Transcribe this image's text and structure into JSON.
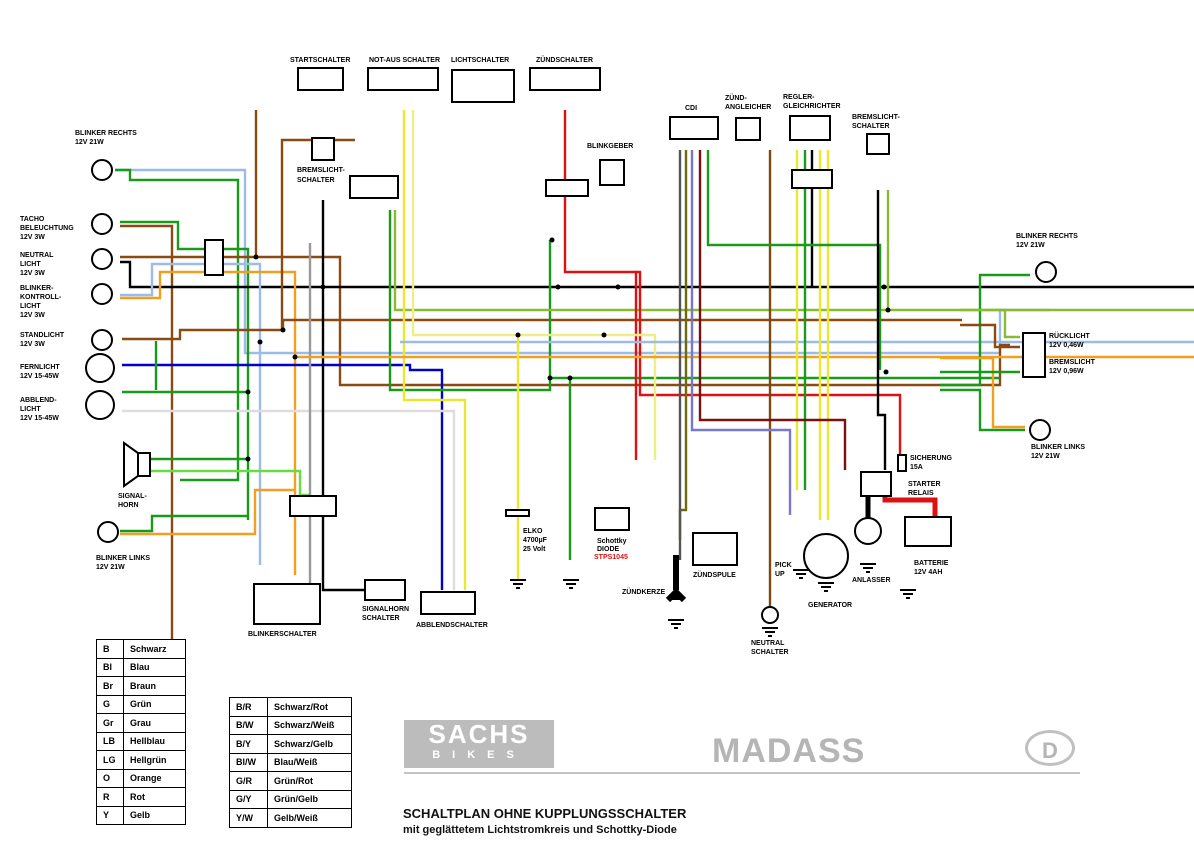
{
  "diagram": {
    "title": "SCHALTPLAN OHNE KUPPLUNGSSCHALTER",
    "subtitle": "mit geglättetem Lichtstromkreis und Schottky-Diode",
    "logos": {
      "sachs_top": "SACHS",
      "sachs_bottom": "BIKES",
      "madass": "MADASS",
      "country": "D"
    },
    "components": {
      "startschalter": "STARTSCHALTER",
      "notaus": "NOT-AUS SCHALTER",
      "lichtschalter": "LICHTSCHALTER",
      "zuendschalter": "ZÜNDSCHALTER",
      "bremslicht_l": [
        "BREMSLICHT-",
        "SCHALTER"
      ],
      "blinkgeber": "BLINKGEBER",
      "cdi": "CDI",
      "zuendangleicher": [
        "ZÜND-",
        "ANGLEICHER"
      ],
      "regler": [
        "REGLER-",
        "GLEICHRICHTER"
      ],
      "bremslicht_r": [
        "BREMSLICHT-",
        "SCHALTER"
      ],
      "blinker_rechts_l": [
        "BLINKER RECHTS",
        "12V 21W"
      ],
      "tacho": [
        "TACHO",
        "BELEUCHTUNG",
        "12V 3W"
      ],
      "neutral": [
        "NEUTRAL",
        "LICHT",
        "12V 3W"
      ],
      "blinkerkontroll": [
        "BLINKER-",
        "KONTROLL-",
        "LICHT",
        "12V 3W"
      ],
      "standlicht": [
        "STANDLICHT",
        "12V 3W"
      ],
      "fernlicht": [
        "FERNLICHT",
        "12V 15-45W"
      ],
      "abblendlicht": [
        "ABBLEND-",
        "LICHT",
        "12V 15-45W"
      ],
      "signalhorn": [
        "SIGNAL-",
        "HORN"
      ],
      "blinker_links_l": [
        "BLINKER LINKS",
        "12V 21W"
      ],
      "blinkerschalter": "BLINKERSCHALTER",
      "signalhornschalter": [
        "SIGNALHORN",
        "SCHALTER"
      ],
      "abblendschalter": "ABBLENDSCHALTER",
      "elko": [
        "ELKO",
        "4700µF",
        "25 Volt"
      ],
      "schottky": [
        "Schottky",
        "DIODE",
        "STPS1045"
      ],
      "zuendkerze": "ZÜNDKERZE",
      "zuendspule": "ZÜNDSPULE",
      "neutralschalter": [
        "NEUTRAL",
        "SCHALTER"
      ],
      "pickup": [
        "PICK",
        "UP"
      ],
      "generator": "GENERATOR",
      "anlasser": "ANLASSER",
      "sicherung": [
        "SICHERUNG",
        "15A"
      ],
      "starterrelais": [
        "STARTER",
        "RELAIS"
      ],
      "batterie": [
        "BATTERIE",
        "12V 4AH"
      ],
      "blinker_rechts_r": [
        "BLINKER RECHTS",
        "12V 21W"
      ],
      "ruecklicht": [
        "RÜCKLICHT",
        "12V 0,46W"
      ],
      "bremslicht": [
        "BREMSLICHT",
        "12V 0,96W"
      ],
      "blinker_links_r": [
        "BLINKER LINKS",
        "12V 21W"
      ]
    },
    "wire_colors": {
      "B": "#000000",
      "Bl": "#0000cc",
      "Br": "#8b4a12",
      "G": "#1a9a1a",
      "Gr": "#999999",
      "LB": "#9dbbe8",
      "LG": "#66dd44",
      "O": "#f0a020",
      "R": "#dd1111",
      "Y": "#e8e830",
      "W": "#dddddd",
      "GY": "#88bb33",
      "GR": "#7a4a10",
      "YW": "#eeee88",
      "BW": "#555555",
      "BR": "#7a1010",
      "BY": "#6b6a10",
      "BlW": "#7777cc"
    }
  },
  "legend_single": [
    {
      "code": "B",
      "name": "Schwarz"
    },
    {
      "code": "Bl",
      "name": "Blau"
    },
    {
      "code": "Br",
      "name": "Braun"
    },
    {
      "code": "G",
      "name": "Grün"
    },
    {
      "code": "Gr",
      "name": "Grau"
    },
    {
      "code": "LB",
      "name": "Hellblau"
    },
    {
      "code": "LG",
      "name": "Hellgrün"
    },
    {
      "code": "O",
      "name": "Orange"
    },
    {
      "code": "R",
      "name": "Rot"
    },
    {
      "code": "Y",
      "name": "Gelb"
    }
  ],
  "legend_dual": [
    {
      "code": "B/R",
      "name": "Schwarz/Rot"
    },
    {
      "code": "B/W",
      "name": "Schwarz/Weiß"
    },
    {
      "code": "B/Y",
      "name": "Schwarz/Gelb"
    },
    {
      "code": "Bl/W",
      "name": "Blau/Weiß"
    },
    {
      "code": "G/R",
      "name": "Grün/Rot"
    },
    {
      "code": "G/Y",
      "name": "Grün/Gelb"
    },
    {
      "code": "Y/W",
      "name": "Gelb/Weiß"
    }
  ]
}
